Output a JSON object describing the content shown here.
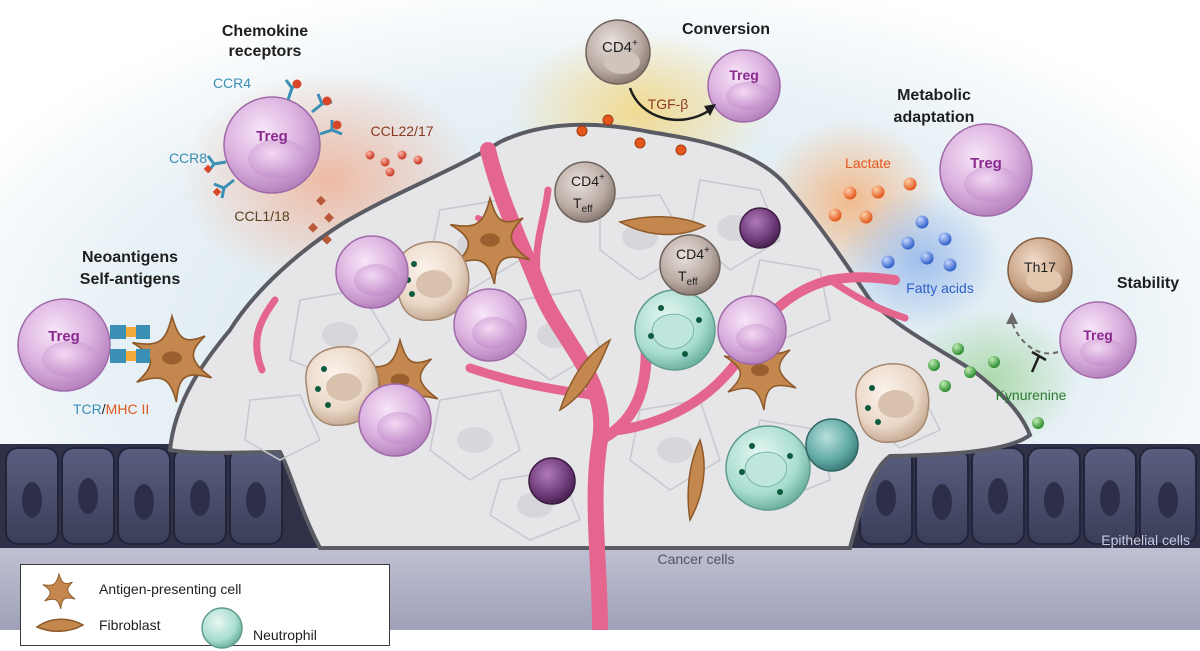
{
  "labels": {
    "chemokine_title_1": "Chemokine",
    "chemokine_title_2": "receptors",
    "ccr4": "CCR4",
    "ccr8": "CCR8",
    "ccl22_17": "CCL22/17",
    "ccl1_18": "CCL1/18",
    "neo_title_1": "Neoantigens",
    "neo_title_2": "Self-antigens",
    "tcr": "TCR",
    "slash": "/",
    "mhc": "MHC II",
    "conversion_title": "Conversion",
    "cd4": "CD4",
    "plus": "+",
    "tgf": "TGF-β",
    "metabolic_title_1": "Metabolic",
    "metabolic_title_2": "adaptation",
    "lactate": "Lactate",
    "fatty": "Fatty acids",
    "stability_title": "Stability",
    "th17": "Th17",
    "kynurenine": "Kynurenine",
    "treg": "Treg",
    "teff_t": "T",
    "teff_sub": "eff",
    "cancer_cells": "Cancer cells",
    "epithelial": "Epithelial cells"
  },
  "legend": {
    "apc": "Antigen-presenting cell",
    "fibroblast": "Fibroblast",
    "neutrophil": "Neutrophil"
  },
  "colors": {
    "treg": "#dcb2e0",
    "treg_text": "#8a2a8e",
    "apc": "#c4874d",
    "vessel": "#e4668f",
    "epithelium": "#4a4f6e",
    "ccr_blue": "#3a8fb5",
    "chemokine_red": "#d9472b",
    "lactate_orange": "#ea6a2a",
    "fatty_blue": "#3d6fd1",
    "kyn_green": "#3a9a3a"
  }
}
